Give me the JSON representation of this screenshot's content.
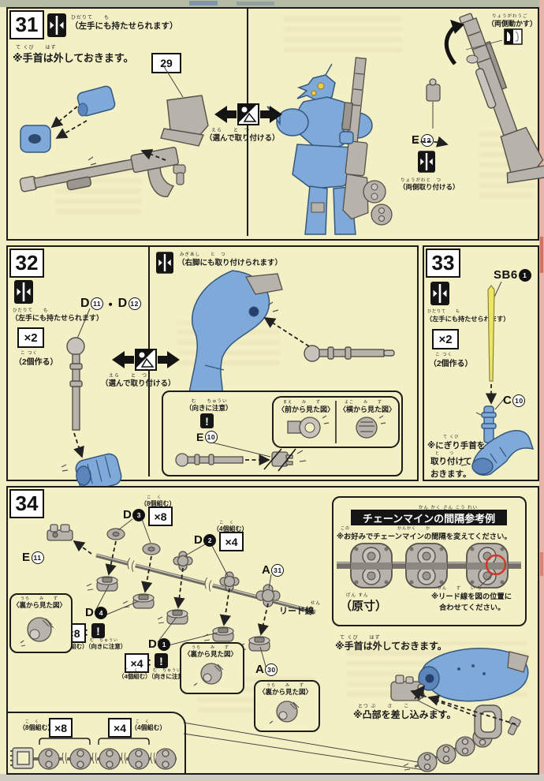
{
  "step31": {
    "number": "31",
    "hold_furi": "ひだりて　　も",
    "hold_note": "（左手にも持たせられます）",
    "wrist_furi": "て くび　　はず",
    "wrist_note": "※手首は外しておきます。",
    "part29": "29",
    "select_furi": "えら　　と　つ",
    "select_note": "（選んで取り付ける）",
    "e12": {
      "letter": "E",
      "num": "12"
    },
    "attach_furi": "りょうがわと　つ",
    "attach_note": "（両側取り付ける）",
    "rotate_furi": "りょうがわうご",
    "rotate_note": "（両側動かす）"
  },
  "step32": {
    "number": "32",
    "hold_furi": "ひだりて　　も",
    "hold_note": "（左手にも持たせられます）",
    "qty": "×2",
    "qty_furi": "こ つく",
    "qty_note": "（2個作る）",
    "parts": {
      "l1": "D",
      "n1": "11",
      "sep": "・",
      "l2": "D",
      "n2": "12"
    },
    "select_furi": "えら　　と　つ",
    "select_note": "（選んで取り付ける）",
    "leg_furi": "みぎあし　　と　つ",
    "leg_note": "（右脚にも取り付けられます）",
    "caution_furi": "む　　ちゅうい",
    "caution_note": "（向きに注意）",
    "e10": {
      "letter": "E",
      "num": "10"
    },
    "front_furi": "まえ　　み　　ず",
    "front_view": "〈前から見た図〉",
    "side_furi": "よこ　　み　　ず",
    "side_view": "〈横から見た図〉"
  },
  "step33": {
    "number": "33",
    "hold_furi": "ひだりて　　も",
    "hold_note": "（左手にも持たせられます）",
    "qty": "×2",
    "qty_furi": "こ つく",
    "qty_note": "（2個作る）",
    "sb6": {
      "letter": "SB6",
      "num": "1"
    },
    "c10": {
      "letter": "C",
      "num": "10"
    },
    "grip_furi1": "て くび",
    "grip_line1": "※にぎり手首を",
    "grip_furi2": "と　　つ",
    "grip_line2": "取り付けて",
    "grip_line3": "おきます。"
  },
  "step34": {
    "number": "34",
    "e11": {
      "letter": "E",
      "num": "11"
    },
    "d3": {
      "letter": "D",
      "num": "3",
      "qty": "×8",
      "furi": "こ　く",
      "note": "（8個組む）"
    },
    "d2": {
      "letter": "D",
      "num": "2",
      "qty": "×4",
      "furi": "こ　く",
      "note": "（4個組む）"
    },
    "a31": {
      "letter": "A",
      "num": "31"
    },
    "lead_furi": "せん",
    "lead_label": "リード線",
    "d4": {
      "letter": "D",
      "num": "4",
      "qty": "×8",
      "colon": "：",
      "furi": "こ　く　　　む　ちゅうい",
      "note": "（8個組む）（向きに注意）"
    },
    "d1": {
      "letter": "D",
      "num": "1",
      "qty": "×4",
      "colon": "：",
      "furi": "こ　く　　　む　ちゅうい",
      "note": "（4個組む）（向きに注意）"
    },
    "back_furi": "うら　　み　　ず",
    "back_view": "〈裏から見た図〉",
    "a30": {
      "letter": "A",
      "num": "30"
    },
    "chain8": {
      "qty": "×8",
      "furi": "こ　く",
      "note": "（8個組む）"
    },
    "chain4": {
      "qty": "×4",
      "furi": "こ　く",
      "note": "（4個組む）"
    },
    "ref": {
      "title_furi": "かん かく さん こう れい",
      "title": "チェーンマインの間隔参考例",
      "note1_furi": "この　　　　　　　　　　かんかく　　か",
      "note1": "※お好みでチェーンマインの間隔を変えてください。",
      "size_furi": "げん すん",
      "size": "（原寸）",
      "note2_furi": "せん　　ず　　い ち",
      "note2a": "※リード線を図の位置に",
      "note2b": "合わせてください。"
    },
    "wrist_furi": "て くび　　はず",
    "wrist_note": "※手首は外しておきます。",
    "tab_furi": "とつ ぶ　　さ　　こ",
    "tab_note": "※凸部を差し込みます。"
  }
}
